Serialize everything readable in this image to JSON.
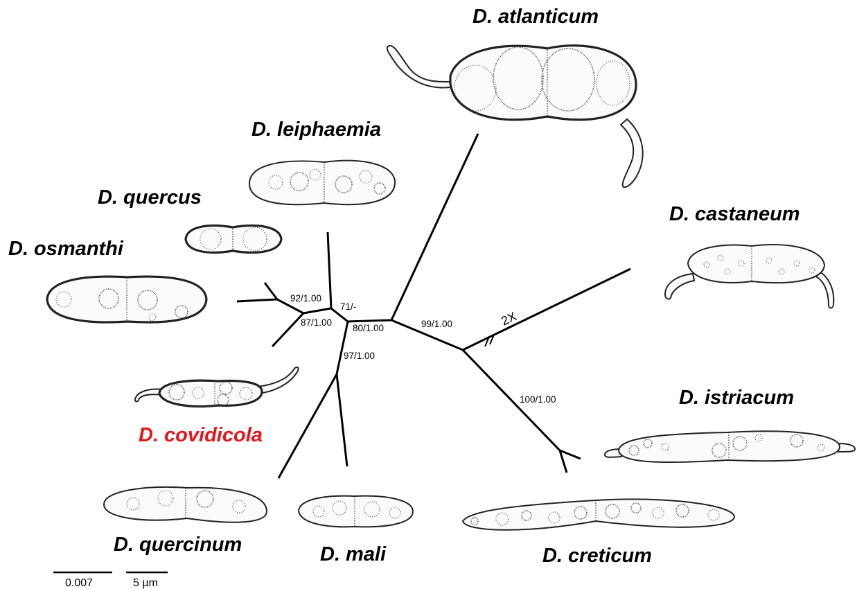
{
  "taxa": {
    "atlanticum": "D. atlanticum",
    "leiphaemia": "D. leiphaemia",
    "quercus": "D. quercus",
    "osmanthi": "D. osmanthi",
    "castaneum": "D. castaneum",
    "covidicola": "D. covidicola",
    "istriacum": "D. istriacum",
    "quercinum": "D. quercinum",
    "mali": "D. mali",
    "creticum": "D. creticum"
  },
  "support": {
    "n92": "92/1.00",
    "n71": "71/-",
    "n87": "87/1.00",
    "n80": "80/1.00",
    "n99": "99/1.00",
    "n97": "97/1.00",
    "n100": "100/1.00"
  },
  "long_branch_label": "2X",
  "scale_bars": {
    "tree": "0.007",
    "spores": "5 µm"
  },
  "colors": {
    "new_species": "#e8141b",
    "default": "#000000"
  }
}
